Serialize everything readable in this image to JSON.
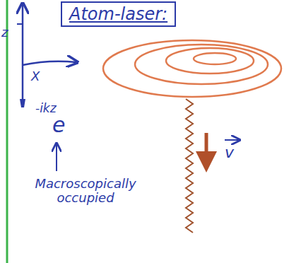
{
  "diagram": {
    "title": "Atom-laser:",
    "labels": [
      "z",
      "X",
      "-ikz",
      "e",
      "Macroscopically occupied",
      "v"
    ]
  }
}
